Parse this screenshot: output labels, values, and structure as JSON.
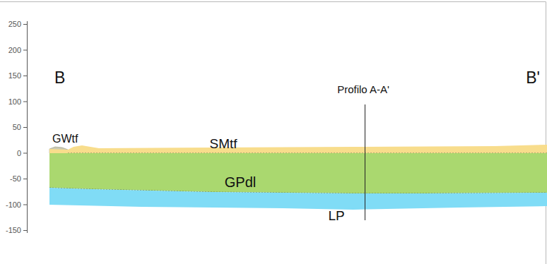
{
  "diagram": {
    "nodes": [
      {
        "text": [
          "SMtf"
        ]
      },
      {
        "text": [
          "GPdl"
        ]
      },
      {
        "text": [
          "LP"
        ]
      }
    ],
    "labels": [
      "250",
      "200",
      "150",
      "100",
      "50",
      "0",
      "-50",
      "-100",
      "-150",
      "B",
      "B'",
      "Profilo A-A'",
      "GWtf"
    ]
  }
}
